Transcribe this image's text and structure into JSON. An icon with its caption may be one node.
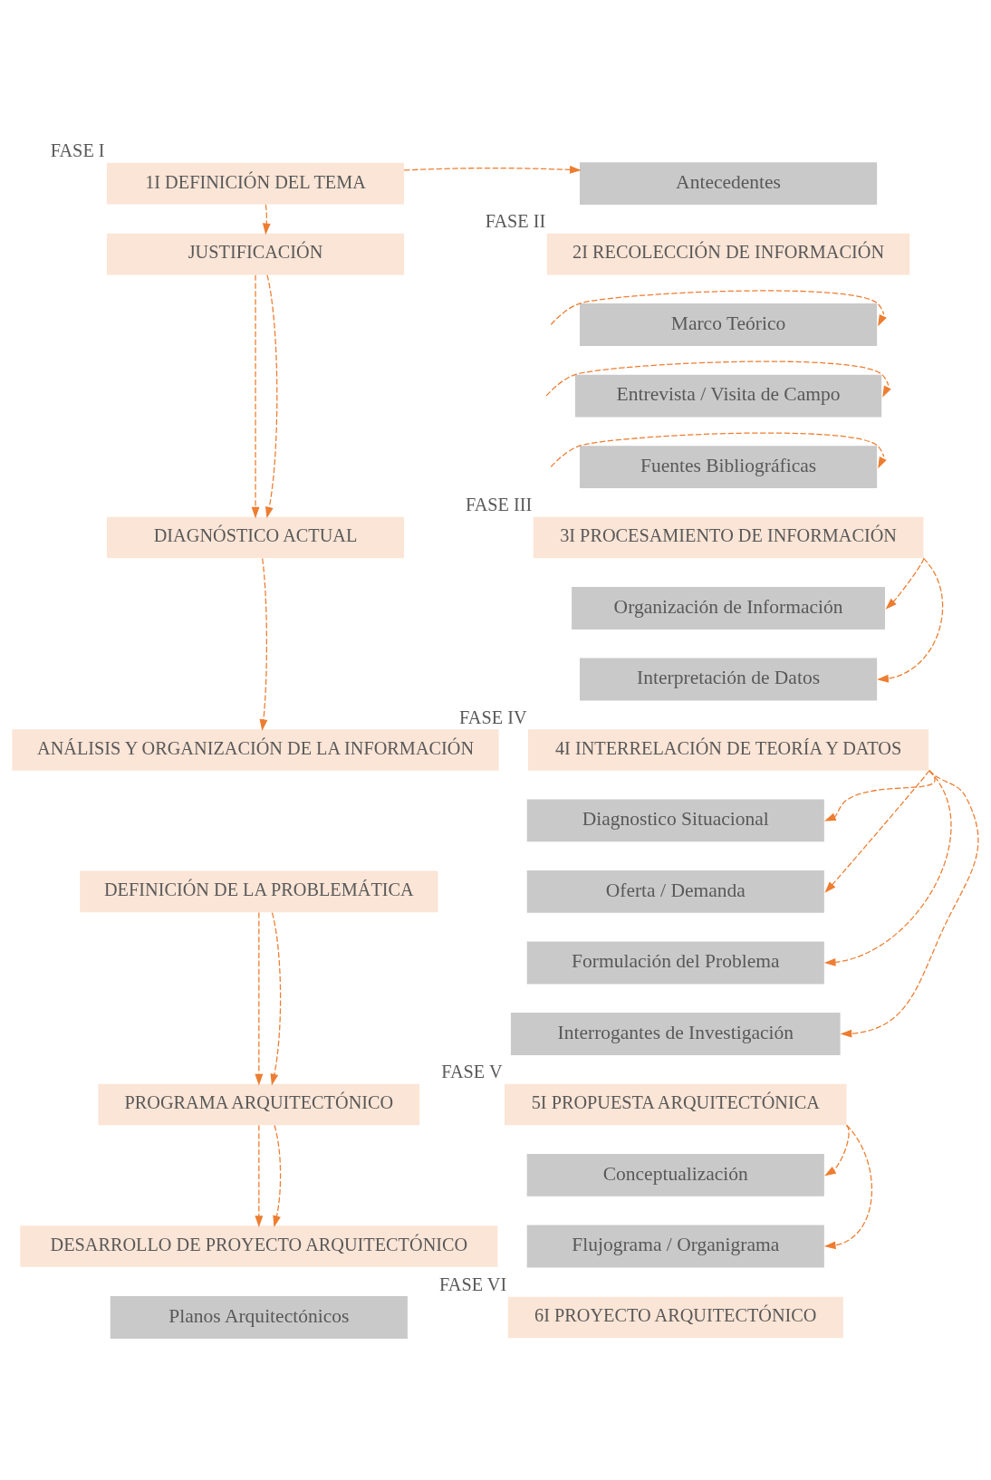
{
  "diagram": {
    "nodes": [
      {
        "text": [
          "1I DEFINICIÓN DEL TEMA"
        ],
        "beside": [
          "FASE I"
        ]
      },
      {
        "text": [
          "Antecedentes"
        ]
      },
      {
        "text": [
          "JUSTIFICACIÓN"
        ]
      },
      {
        "text": [
          "2I RECOLECCIÓN DE INFORMACIÓN"
        ],
        "beside": [
          "FASE II"
        ]
      },
      {
        "text": [
          "Marco Teórico"
        ]
      },
      {
        "text": [
          "Entrevista / Visita de Campo"
        ]
      },
      {
        "text": [
          "Fuentes Bibliográficas"
        ]
      },
      {
        "text": [
          "DIAGNÓSTICO ACTUAL"
        ]
      },
      {
        "text": [
          "3I PROCESAMIENTO DE INFORMACIÓN"
        ],
        "beside": [
          "FASE III"
        ]
      },
      {
        "text": [
          "Organización de Información"
        ]
      },
      {
        "text": [
          "Interpretación de Datos"
        ]
      },
      {
        "text": [
          "ANÁLISIS Y ORGANIZACIÓN DE LA INFORMACIÓN"
        ]
      },
      {
        "text": [
          "4I INTERRELACIÓN DE TEORÍA Y DATOS"
        ],
        "beside": [
          "FASE IV"
        ]
      },
      {
        "text": [
          "Diagnostico Situacional"
        ]
      },
      {
        "text": [
          "Oferta / Demanda"
        ]
      },
      {
        "text": [
          "Formulación del Problema"
        ]
      },
      {
        "text": [
          "Interrogantes de Investigación"
        ]
      },
      {
        "text": [
          "DEFINICIÓN DE LA PROBLEMÁTICA"
        ]
      },
      {
        "text": [
          "PROGRAMA ARQUITECTÓNICO"
        ]
      },
      {
        "text": [
          "5I PROPUESTA ARQUITECTÓNICA"
        ],
        "beside": [
          "FASE V"
        ]
      },
      {
        "text": [
          "Conceptualización"
        ]
      },
      {
        "text": [
          "Flujograma / Organigrama"
        ]
      },
      {
        "text": [
          "DESARROLLO DE PROYECTO ARQUITECTÓNICO"
        ]
      },
      {
        "text": [
          "Planos Arquitectónicos"
        ]
      },
      {
        "text": [
          "6I PROYECTO ARQUITECTÓNICO"
        ],
        "beside": [
          "FASE VI"
        ]
      }
    ],
    "edges": [
      {
        "from": 0,
        "to": 1,
        "arrow": "to",
        "style": "dashed"
      },
      {
        "from": 0,
        "to": 2,
        "arrow": "to",
        "style": "dashed"
      },
      {
        "from": 2,
        "to": 7,
        "arrow": "to",
        "style": "dashed"
      },
      {
        "from": 2,
        "to": 7,
        "arrow": "to",
        "style": "dashed"
      },
      {
        "from": null,
        "to": 4,
        "arrow": "to",
        "style": "dashed"
      },
      {
        "from": null,
        "to": 5,
        "arrow": "to",
        "style": "dashed"
      },
      {
        "from": null,
        "to": 6,
        "arrow": "to",
        "style": "dashed"
      },
      {
        "from": 7,
        "to": 11,
        "arrow": "to",
        "style": "dashed"
      },
      {
        "from": 8,
        "to": 9,
        "arrow": "to",
        "style": "dashed"
      },
      {
        "from": 8,
        "to": 10,
        "arrow": "to",
        "style": "dashed"
      },
      {
        "from": 12,
        "to": 13,
        "arrow": "to",
        "style": "dashed"
      },
      {
        "from": 12,
        "to": 14,
        "arrow": "to",
        "style": "dashed"
      },
      {
        "from": 12,
        "to": 15,
        "arrow": "to",
        "style": "dashed"
      },
      {
        "from": 12,
        "to": 16,
        "arrow": "to",
        "style": "dashed"
      },
      {
        "from": 17,
        "to": 18,
        "arrow": "to",
        "style": "dashed"
      },
      {
        "from": 17,
        "to": 18,
        "arrow": "to",
        "style": "dashed"
      },
      {
        "from": 19,
        "to": 20,
        "arrow": "to",
        "style": "dashed"
      },
      {
        "from": 19,
        "to": 21,
        "arrow": "to",
        "style": "dashed"
      },
      {
        "from": 18,
        "to": 22,
        "arrow": "to",
        "style": "dashed"
      },
      {
        "from": 18,
        "to": 22,
        "arrow": "to",
        "style": "dashed"
      }
    ]
  }
}
